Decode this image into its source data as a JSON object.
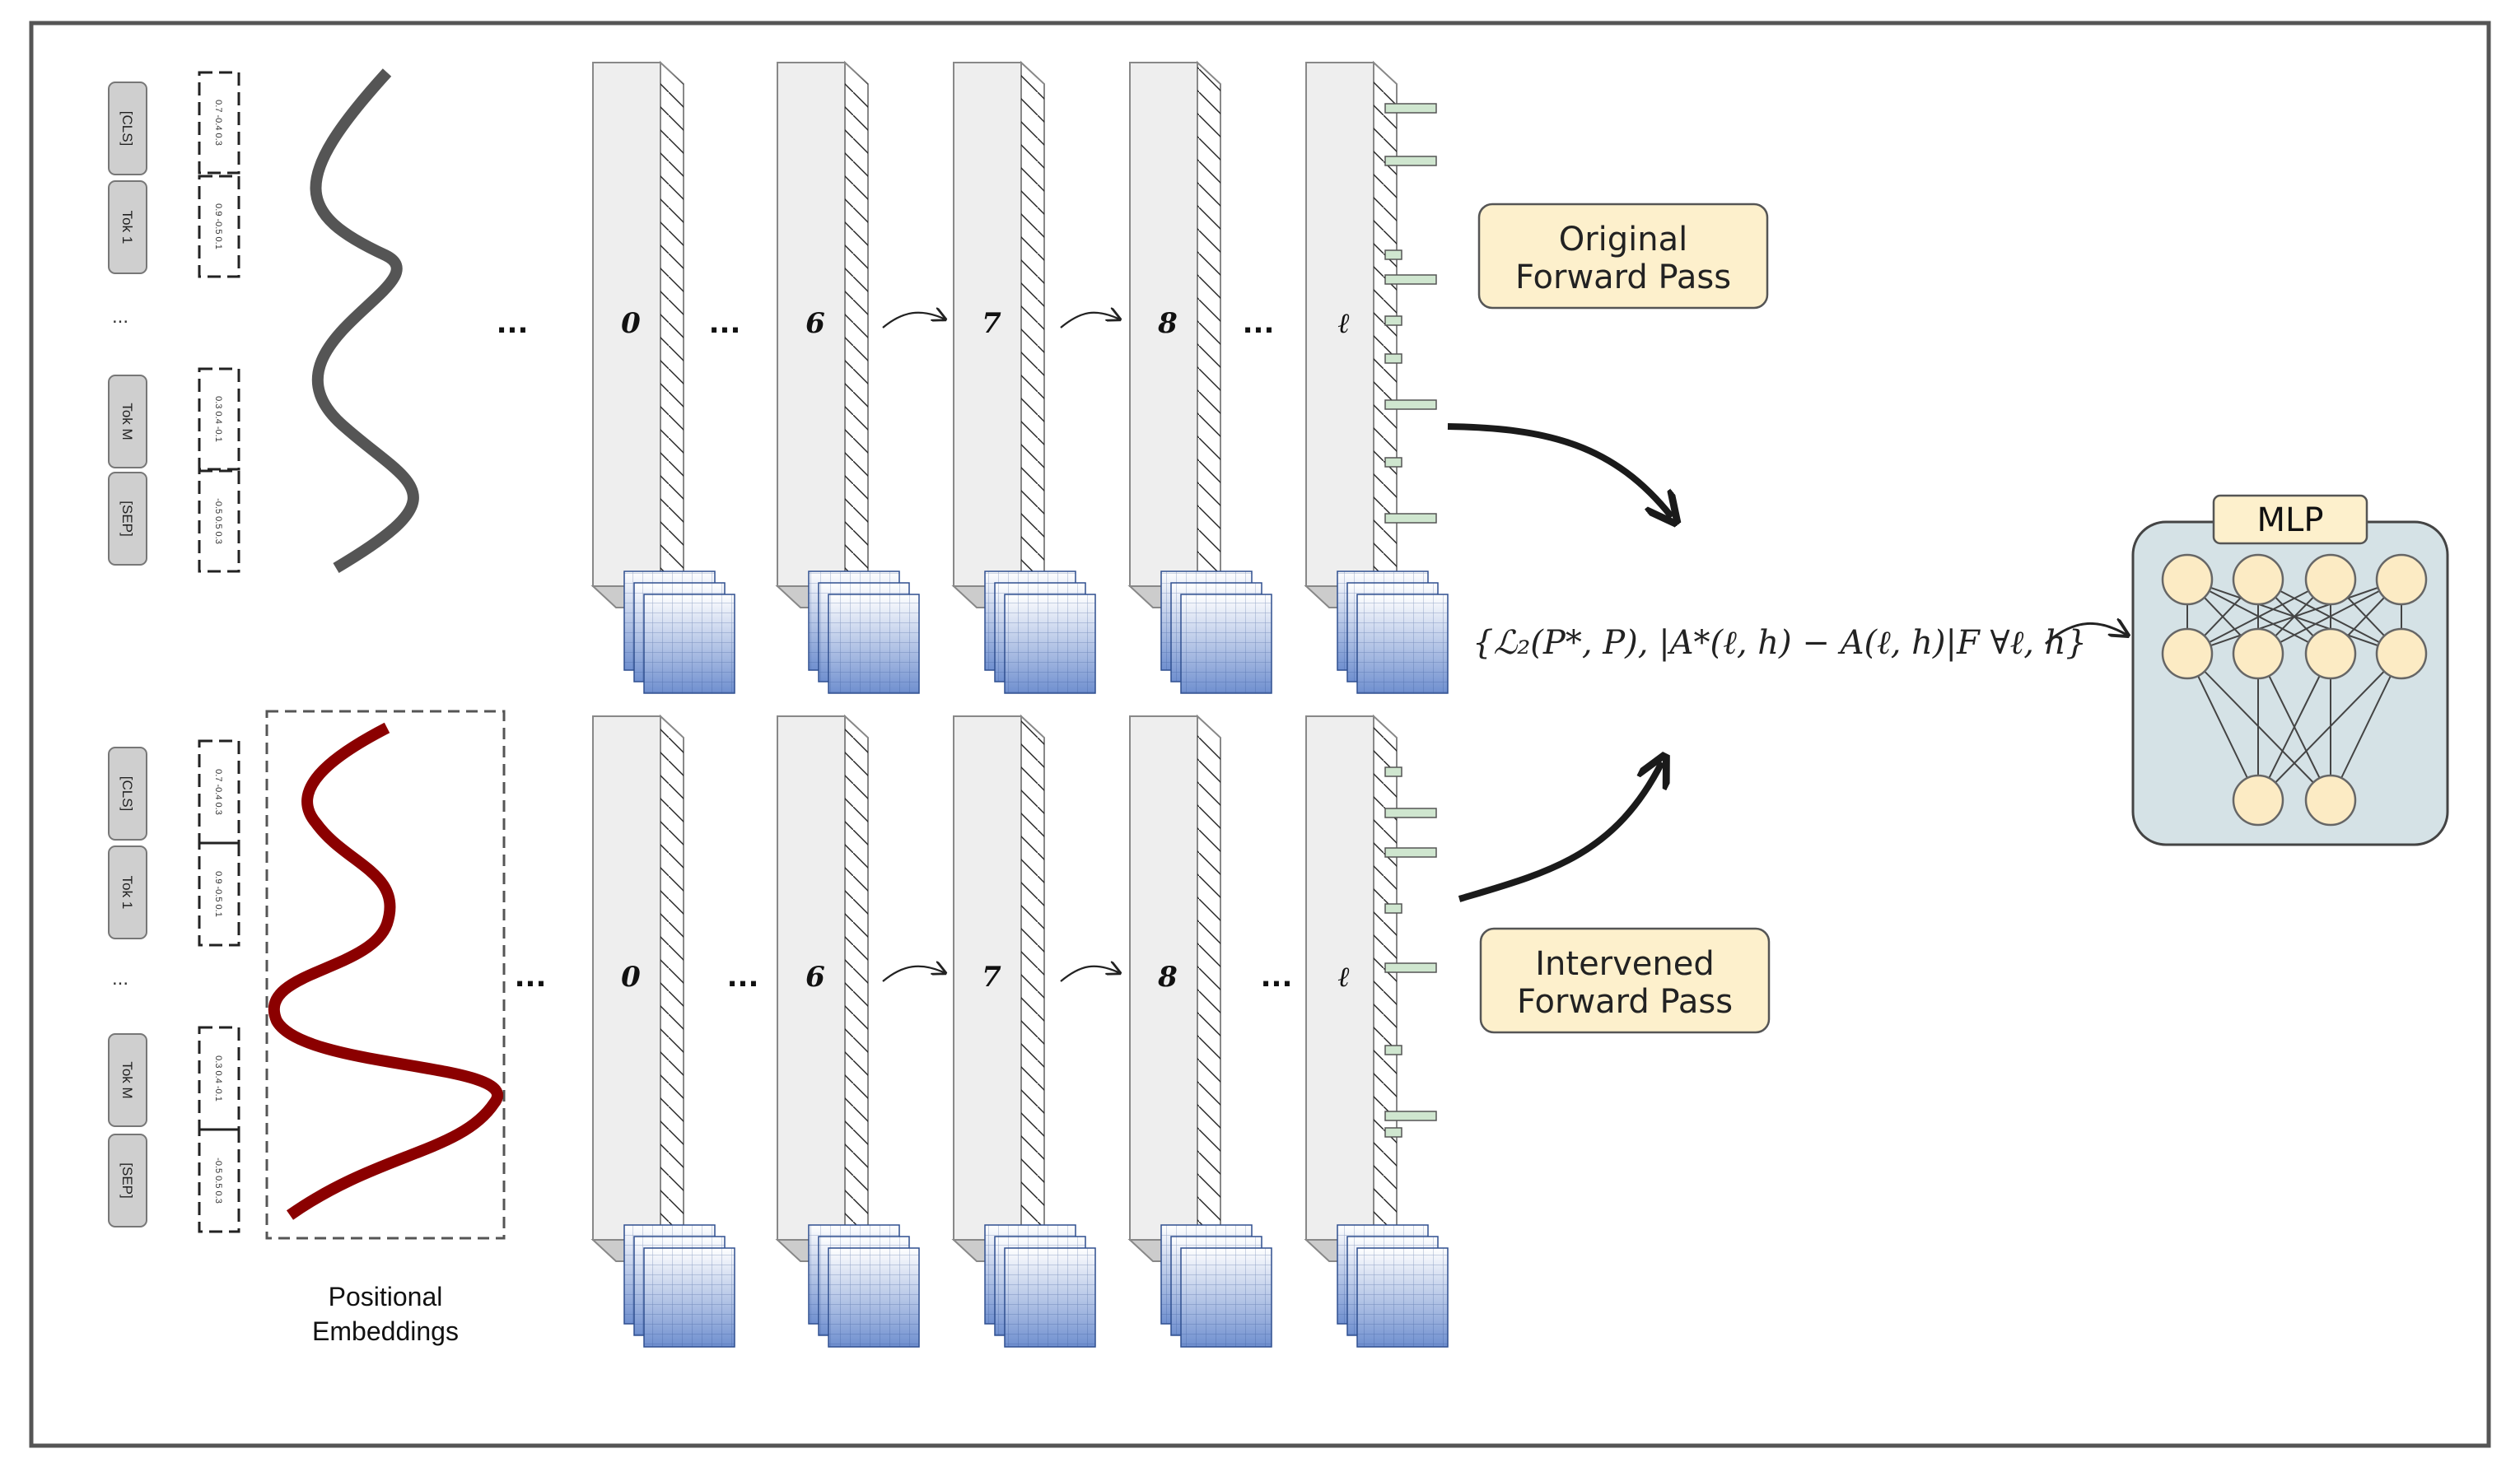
{
  "tokens": [
    "[CLS]",
    "Tok 1",
    "Tok M",
    "[SEP]"
  ],
  "token_gap": "...",
  "token_vectors": [
    "0.7 -0.4 0.3",
    "0.9 -0.5 0.1",
    "0.3 0.4 -0.1",
    "-0.5 0.5 0.3"
  ],
  "layers": [
    "0",
    "6",
    "7",
    "8",
    "ℓ"
  ],
  "layer_gap": "...",
  "passes": {
    "original": [
      "Original",
      "Forward Pass"
    ],
    "intervened": [
      "Intervened",
      "Forward Pass"
    ]
  },
  "positional_caption": [
    "Positional",
    "Embeddings"
  ],
  "mlp_label": "MLP",
  "formula": "{ℒ₂(P*, P),  |A*(ℓ, h) − A(ℓ, h)|F  ∀ℓ, h}",
  "colors": {
    "original_wave": "#555555",
    "intervened_wave": "#8b0000",
    "label_fill": "#fdf0cc",
    "mlp_bg": "#d5e2e6",
    "neuron_fill": "#fcebc4",
    "attention_grid": "#6f8fcf"
  }
}
